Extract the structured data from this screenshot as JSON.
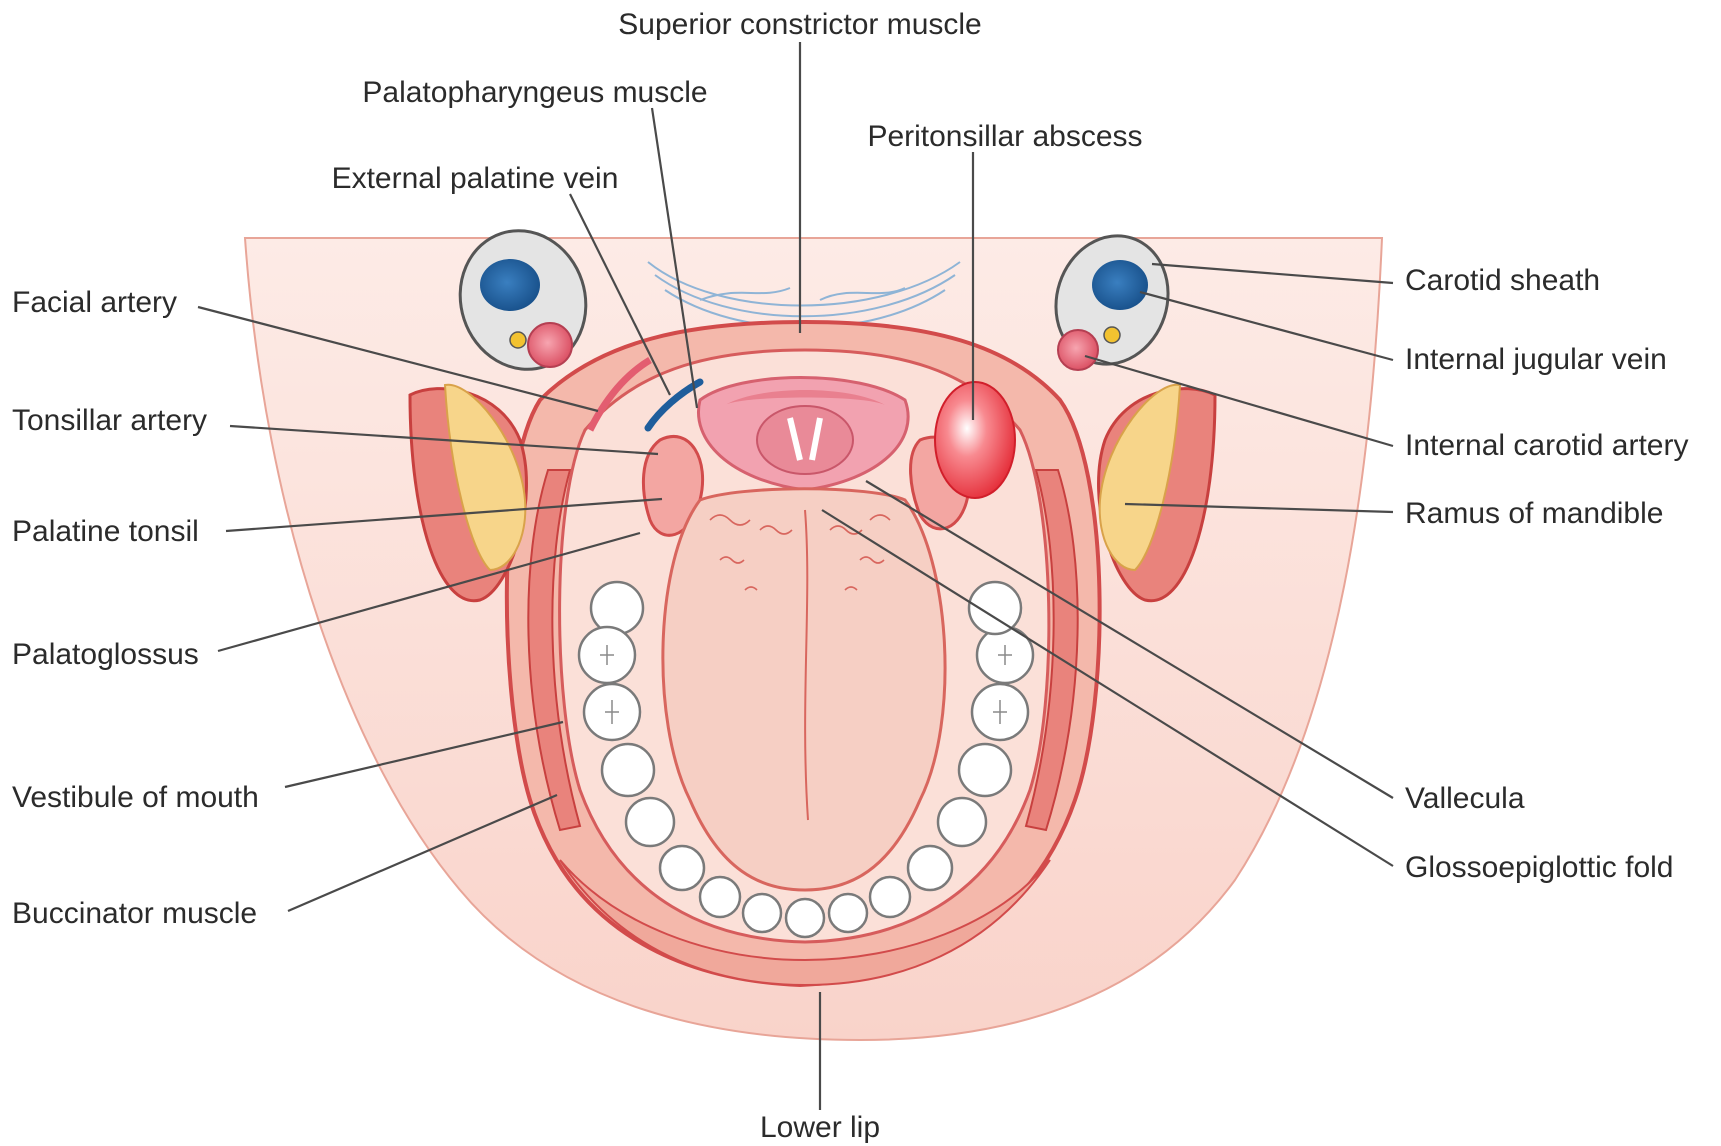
{
  "labels": {
    "superior_constrictor_muscle": "Superior constrictor muscle",
    "palatopharyngeus_muscle": "Palatopharyngeus muscle",
    "peritonsillar_abscess": "Peritonsillar abscess",
    "external_palatine_vein": "External palatine vein",
    "facial_artery": "Facial artery",
    "tonsillar_artery": "Tonsillar artery",
    "palatine_tonsil": "Palatine tonsil",
    "palatoglossus": "Palatoglossus",
    "vestibule_of_mouth": "Vestibule of mouth",
    "buccinator_muscle": "Buccinator muscle",
    "carotid_sheath": "Carotid sheath",
    "internal_jugular_vein": "Internal jugular vein",
    "internal_carotid_artery": "Internal carotid artery",
    "ramus_of_mandible": "Ramus of mandible",
    "vallecula": "Vallecula",
    "glossoepiglottic_fold": "Glossoepiglottic fold",
    "lower_lip": "Lower lip"
  },
  "colors": {
    "skin": "#fbe3dc",
    "muscle": "#e9837c",
    "muscle_outline": "#d24b4b",
    "tongue": "#f6cfc4",
    "bone": "#f7d58a",
    "vein": "#1f5e9c",
    "artery": "#e35d70",
    "abscess": "#ee2a35",
    "tooth": "#ffffff",
    "leader": "#4a4a4a"
  }
}
